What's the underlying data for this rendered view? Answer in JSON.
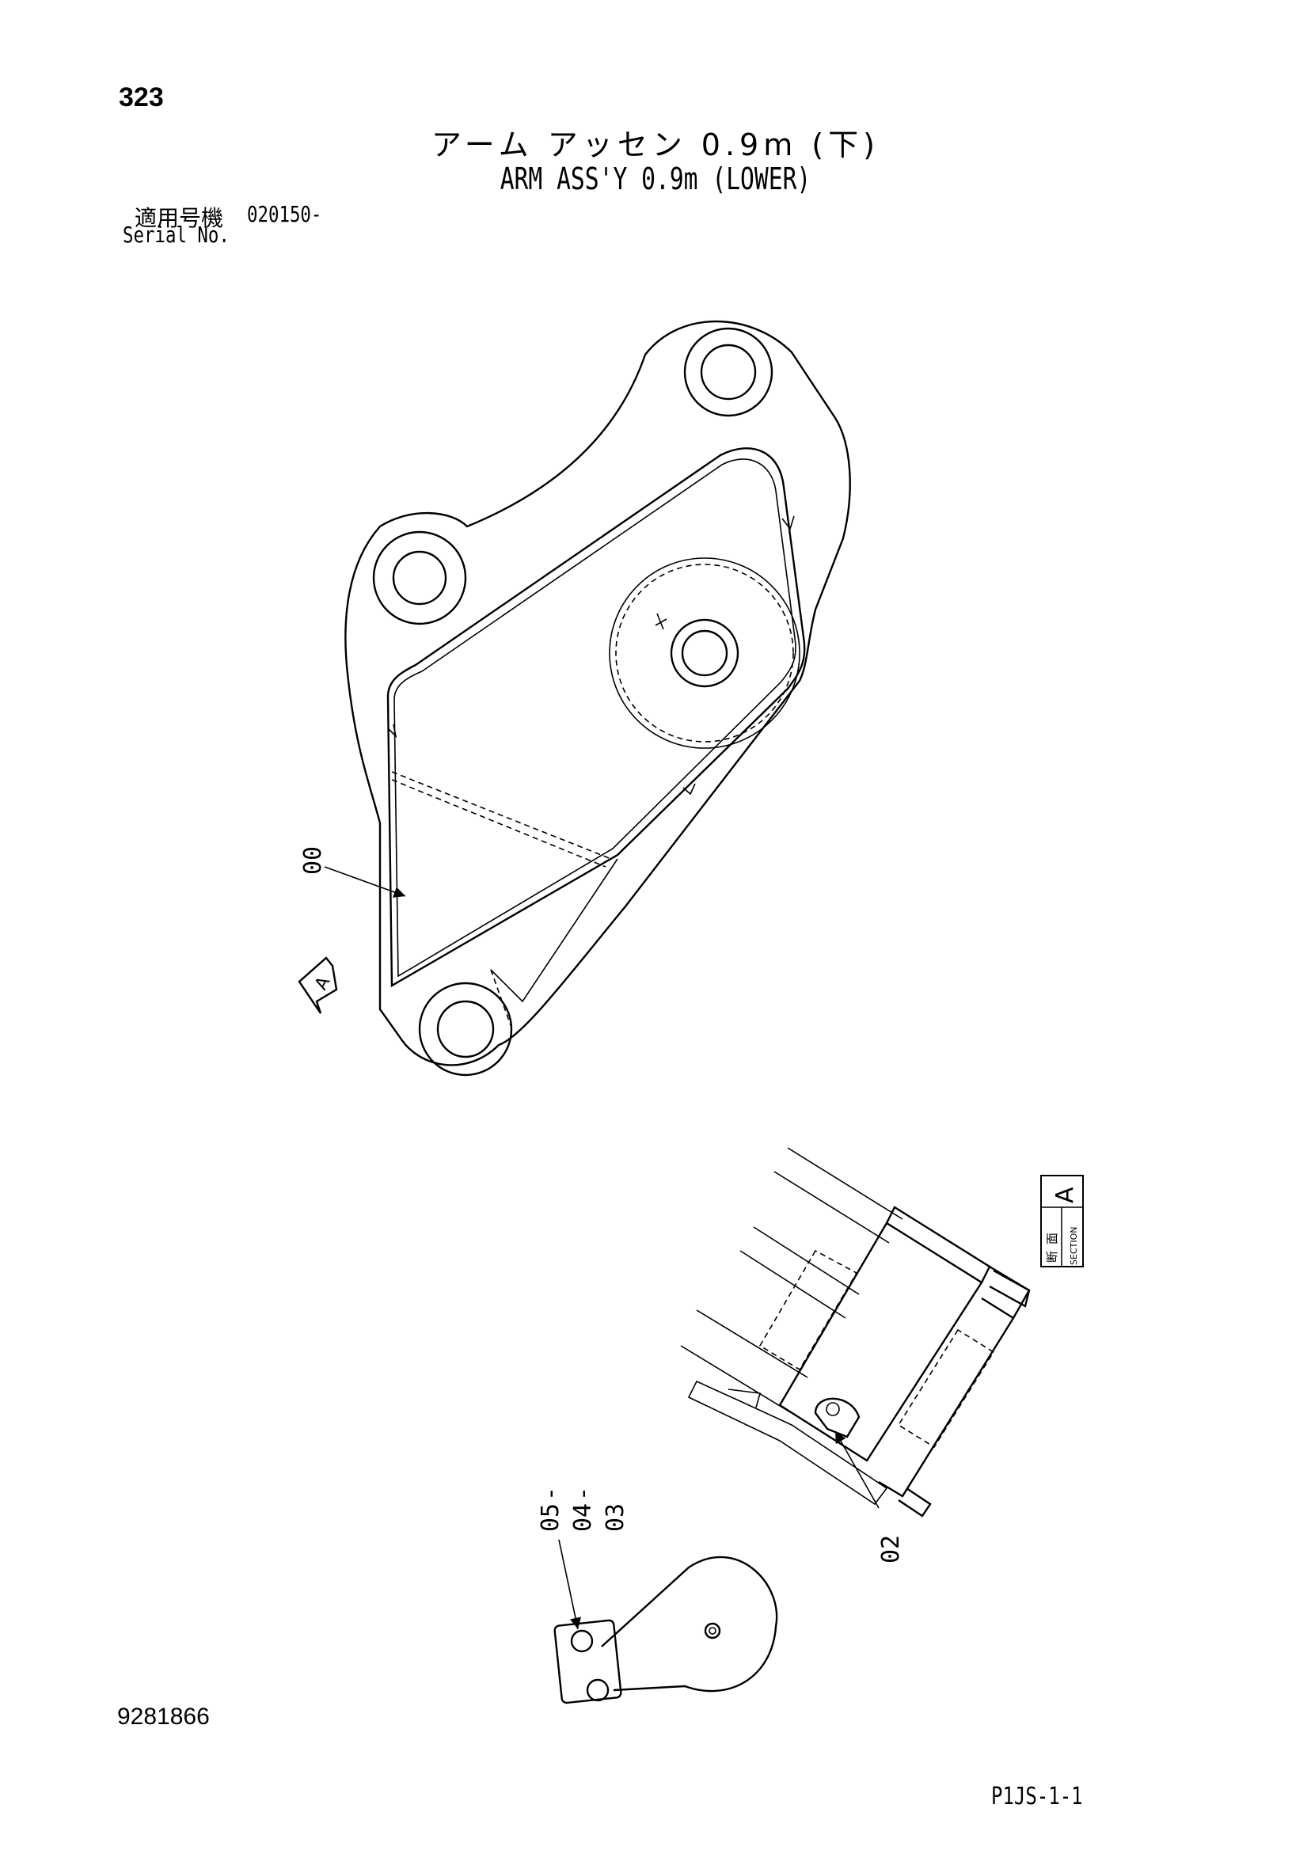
{
  "header": {
    "page_number": "323",
    "title_jp": "アーム アッセン 0.9m (下)",
    "title_en": "ARM ASS'Y 0.9m (LOWER)"
  },
  "serial": {
    "label_jp": "適用号機",
    "value": "020150-",
    "label_en": "Serial No."
  },
  "callouts": {
    "main_body": "00",
    "pin": "02",
    "stack_1": "05",
    "stack_2": "04",
    "stack_3": "03"
  },
  "view_marker": {
    "letter": "A"
  },
  "section_box": {
    "kanji_1": "断",
    "kanji_2": "面",
    "section": "SECTION",
    "letter": "A"
  },
  "footer": {
    "doc_number": "9281866",
    "page_code": "P1JS-1-1"
  }
}
